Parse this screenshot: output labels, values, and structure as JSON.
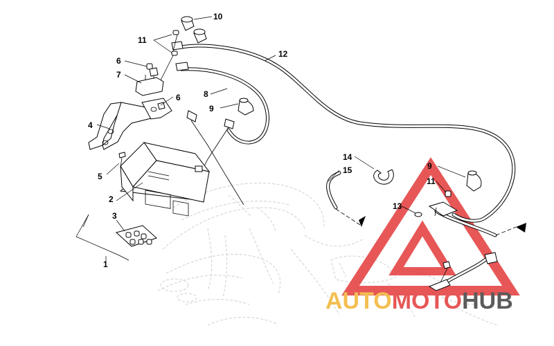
{
  "callouts": [
    "1",
    "2",
    "3",
    "4",
    "5",
    "6",
    "7",
    "6",
    "8",
    "9",
    "10",
    "11",
    "12",
    "13",
    "9",
    "11",
    "14",
    "15"
  ],
  "watermark": {
    "word_a": "AUTO",
    "word_b": "MOTO",
    "word_c": "HUB",
    "colors": {
      "triangle": "#e33a3a",
      "auto": "#f2b533",
      "moto": "#e33a3a",
      "hub": "#3f3f3f"
    }
  }
}
